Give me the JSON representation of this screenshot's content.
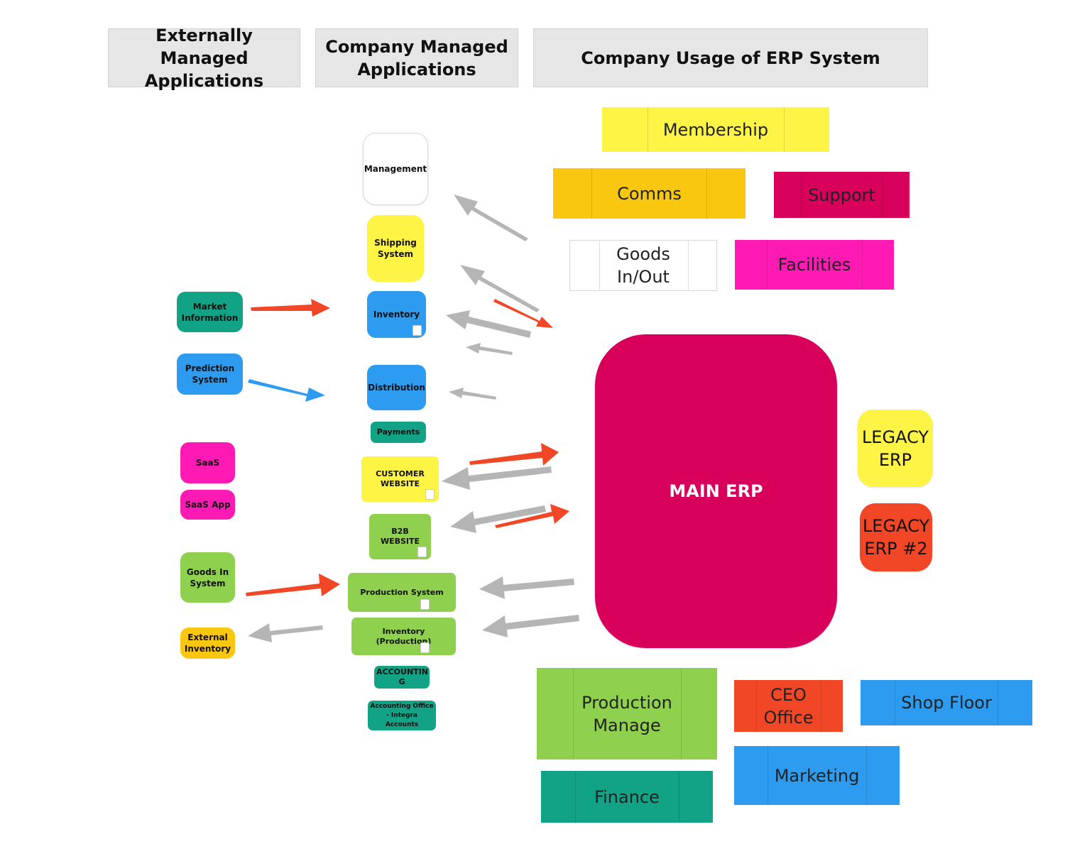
{
  "headers": {
    "external": "Externally Managed Applications",
    "company": "Company Managed Applications",
    "usage": "Company Usage of ERP System"
  },
  "external_apps": {
    "market_information": "Market Information",
    "prediction_system": "Prediction System",
    "saas": "SaaS",
    "saas_app": "SaaS App",
    "goods_in_system": "Goods In System",
    "external_inventory": "External Inventory"
  },
  "company_apps": {
    "management": "Management",
    "shipping_system": "Shipping System",
    "inventory": "Inventory",
    "distribution": "Distribution",
    "payments": "Payments",
    "customer_website": "CUSTOMER WEBSITE",
    "b2b_website": "B2B WEBSITE",
    "production_system": "Production System",
    "inventory_production": "Inventory (Production)",
    "accounting": "ACCOUNTIN G",
    "accounting_office": "Accounting Office - Integra Accounts"
  },
  "usage": {
    "membership": "Membership",
    "comms": "Comms",
    "support": "Support",
    "goods_in_out": "Goods In/Out",
    "facilities": "Facilities",
    "main_erp": "MAIN ERP",
    "legacy_erp": "LEGACY ERP",
    "legacy_erp_2": "LEGACY ERP #2",
    "production_manage": "Production Manage",
    "ceo_office": "CEO Office",
    "shop_floor": "Shop Floor",
    "marketing": "Marketing",
    "finance": "Finance"
  },
  "colors": {
    "header_bg": "#e6e6e6",
    "teal": "#12a386",
    "blue": "#2d9bf0",
    "magenta": "#ff1ab3",
    "green": "#8fd14f",
    "yellow": "#fef445",
    "amber": "#fac710",
    "crimson": "#d9005c",
    "red_orange": "#f24726",
    "arrow_gray": "#b5b5b5",
    "arrow_red": "#f24726",
    "arrow_blue": "#2d9bf0"
  }
}
